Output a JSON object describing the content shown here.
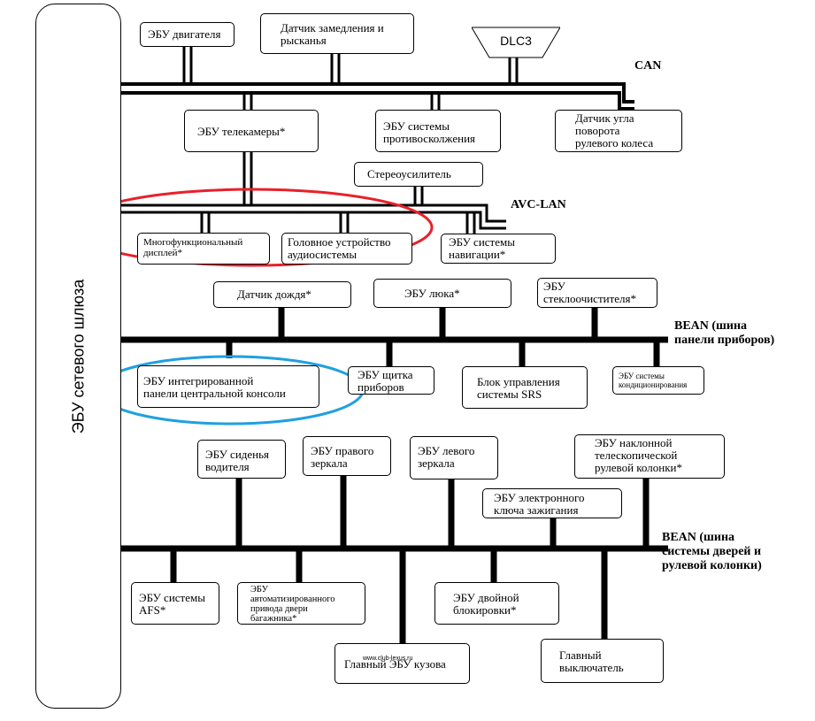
{
  "gateway": "ЭБУ сетевого шлюза",
  "buses": {
    "can": "CAN",
    "avc": "AVC-LAN",
    "bean1": "BEAN (шина\nпанели приборов)",
    "bean2": "BEAN (шина\nсистемы дверей и\nрулевой колонки)"
  },
  "nodes": {
    "engine": "ЭБУ двигателя",
    "yaw": "Датчик замедления и\nрысканья",
    "dlc3": "DLC3",
    "camera": "ЭБУ телекамеры*",
    "precrash": "ЭБУ системы\nпротивосколжения",
    "steer_angle": "Датчик угла\nповорота\nрулевого колеса",
    "amp": "Стереоусилитель",
    "multi_display": "Многофункциональный\nдисплей*",
    "head_unit": "Головное устройство\nаудиосистемы",
    "nav": "ЭБУ системы\nнавигации*",
    "rain": "Датчик дождя*",
    "sunroof": "ЭБУ люка*",
    "wiper": "ЭБУ\nстеклоочистителя*",
    "console": "ЭБУ интегрированной\nпанели центральной консоли",
    "meter": "ЭБУ щитка\nприборов",
    "srs": "Блок управления\nсистемы SRS",
    "ac": "ЭБУ системы\nкондиционирования",
    "seat": "ЭБУ сиденья\nводителя",
    "mirror_r": "ЭБУ правого\nзеркала",
    "mirror_l": "ЭБУ левого\nзеркала",
    "tilt": "ЭБУ наклонной\nтелескопической\nрулевой колонки*",
    "key": "ЭБУ электронного\nключа зажигания",
    "afs": "ЭБУ системы\nAFS*",
    "trunk": "ЭБУ\nавтоматизированного\nпривода двери\nбагажника*",
    "double_lock": "ЭБУ двойной\nблокировки*",
    "main_body": "Главный ЭБУ кузова",
    "main_switch": "Главный\nвыключатель"
  },
  "watermark": "www.club-lexus.ru",
  "colors": {
    "red_highlight": "#e8202a",
    "blue_highlight": "#1fa0e0"
  }
}
